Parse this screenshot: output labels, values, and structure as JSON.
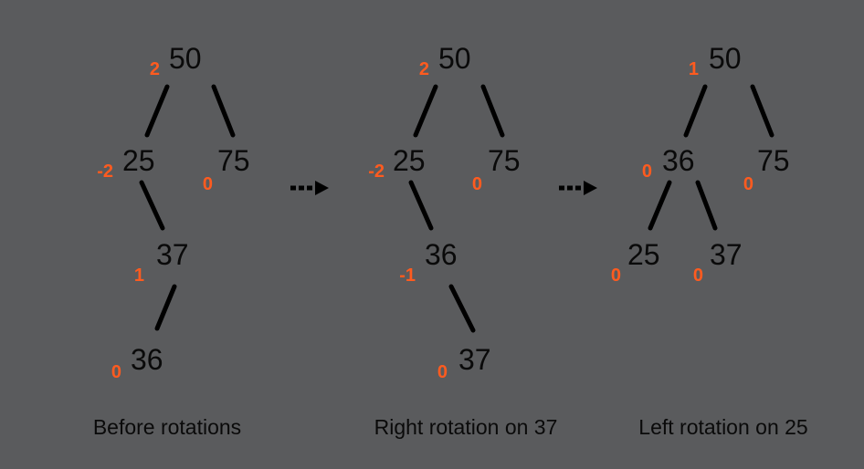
{
  "colors": {
    "background": "#5a5b5d",
    "node_text": "#0a0a0a",
    "balance_factor": "#ff5b1f",
    "edge": "#000000"
  },
  "trees": [
    {
      "caption": "Before rotations",
      "nodes": [
        {
          "id": "a50",
          "value": "50",
          "balance": "2"
        },
        {
          "id": "a25",
          "value": "25",
          "balance": "-2"
        },
        {
          "id": "a75",
          "value": "75",
          "balance": "0"
        },
        {
          "id": "a37",
          "value": "37",
          "balance": "1"
        },
        {
          "id": "a36",
          "value": "36",
          "balance": "0"
        }
      ],
      "edges": [
        [
          "a50",
          "a25"
        ],
        [
          "a50",
          "a75"
        ],
        [
          "a25",
          "a37"
        ],
        [
          "a37",
          "a36"
        ]
      ]
    },
    {
      "caption": "Right rotation on 37",
      "nodes": [
        {
          "id": "b50",
          "value": "50",
          "balance": "2"
        },
        {
          "id": "b25",
          "value": "25",
          "balance": "-2"
        },
        {
          "id": "b75",
          "value": "75",
          "balance": "0"
        },
        {
          "id": "b36",
          "value": "36",
          "balance": "-1"
        },
        {
          "id": "b37",
          "value": "37",
          "balance": "0"
        }
      ],
      "edges": [
        [
          "b50",
          "b25"
        ],
        [
          "b50",
          "b75"
        ],
        [
          "b25",
          "b36"
        ],
        [
          "b36",
          "b37"
        ]
      ]
    },
    {
      "caption": "Left rotation on 25",
      "nodes": [
        {
          "id": "c50",
          "value": "50",
          "balance": "1"
        },
        {
          "id": "c36",
          "value": "36",
          "balance": "0"
        },
        {
          "id": "c75",
          "value": "75",
          "balance": "0"
        },
        {
          "id": "c25",
          "value": "25",
          "balance": "0"
        },
        {
          "id": "c37",
          "value": "37",
          "balance": "0"
        }
      ],
      "edges": [
        [
          "c50",
          "c36"
        ],
        [
          "c50",
          "c75"
        ],
        [
          "c36",
          "c25"
        ],
        [
          "c36",
          "c37"
        ]
      ]
    }
  ],
  "arrows": [
    {
      "name": "arrow-1-to-2",
      "icon": "dotted-arrow-right-icon"
    },
    {
      "name": "arrow-2-to-3",
      "icon": "dotted-arrow-right-icon"
    }
  ]
}
